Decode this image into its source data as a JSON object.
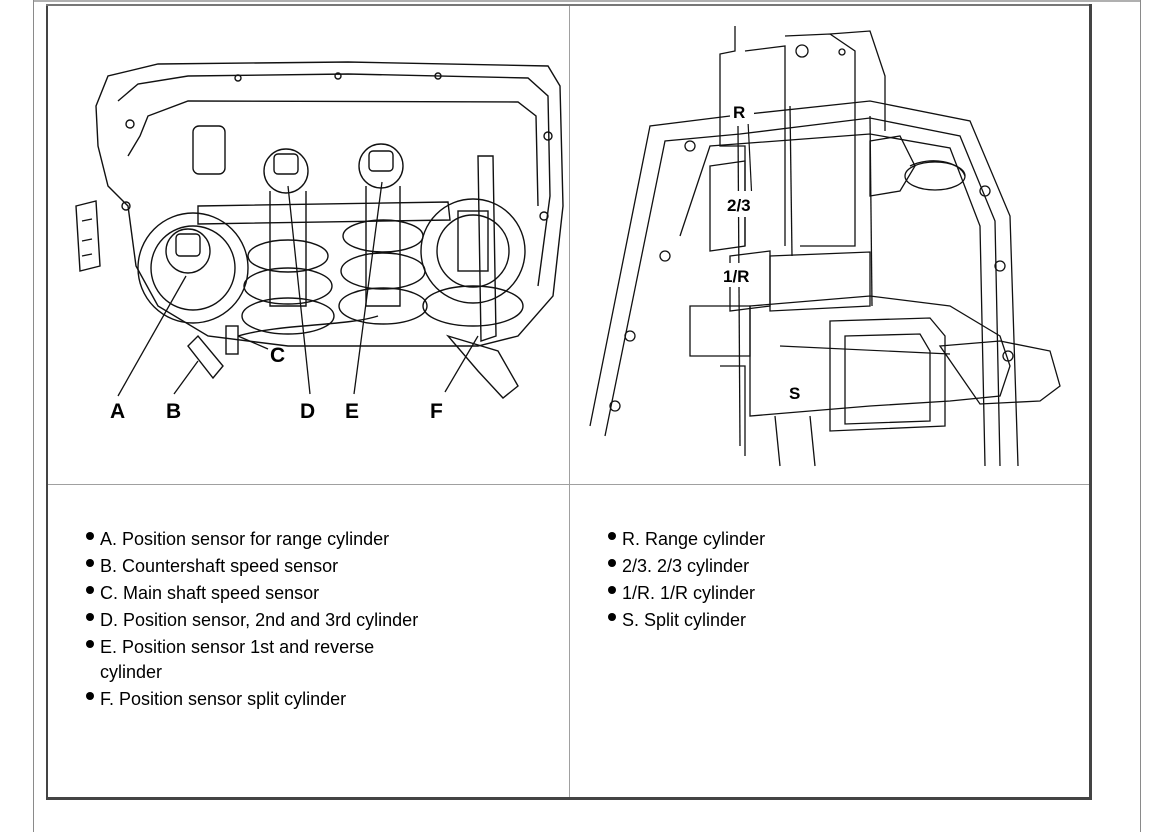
{
  "left_figure": {
    "callouts": [
      "A",
      "B",
      "C",
      "D",
      "E",
      "F"
    ]
  },
  "right_figure": {
    "callouts": [
      "R",
      "2/3",
      "1/R",
      "S"
    ]
  },
  "left_legend": [
    "A. Position sensor for range cylinder",
    "B. Countershaft speed sensor",
    "C. Main shaft speed sensor",
    "D. Position sensor, 2nd and 3rd cylinder",
    "E. Position sensor 1st and reverse cylinder",
    "F. Position sensor split cylinder"
  ],
  "right_legend": [
    "R. Range cylinder",
    "2/3. 2/3 cylinder",
    "1/R. 1/R cylinder",
    "S. Split cylinder"
  ]
}
